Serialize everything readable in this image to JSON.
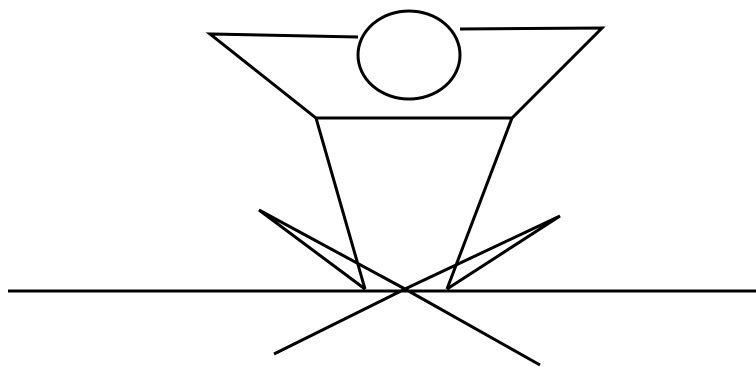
{
  "figure": {
    "background": "#ffffff",
    "stroke_color": "#000000",
    "description_visible_text": "",
    "elements": [
      "ground-line",
      "head-circle",
      "arms-trapezoid",
      "torso-trapezoid",
      "crossed-legs"
    ]
  }
}
